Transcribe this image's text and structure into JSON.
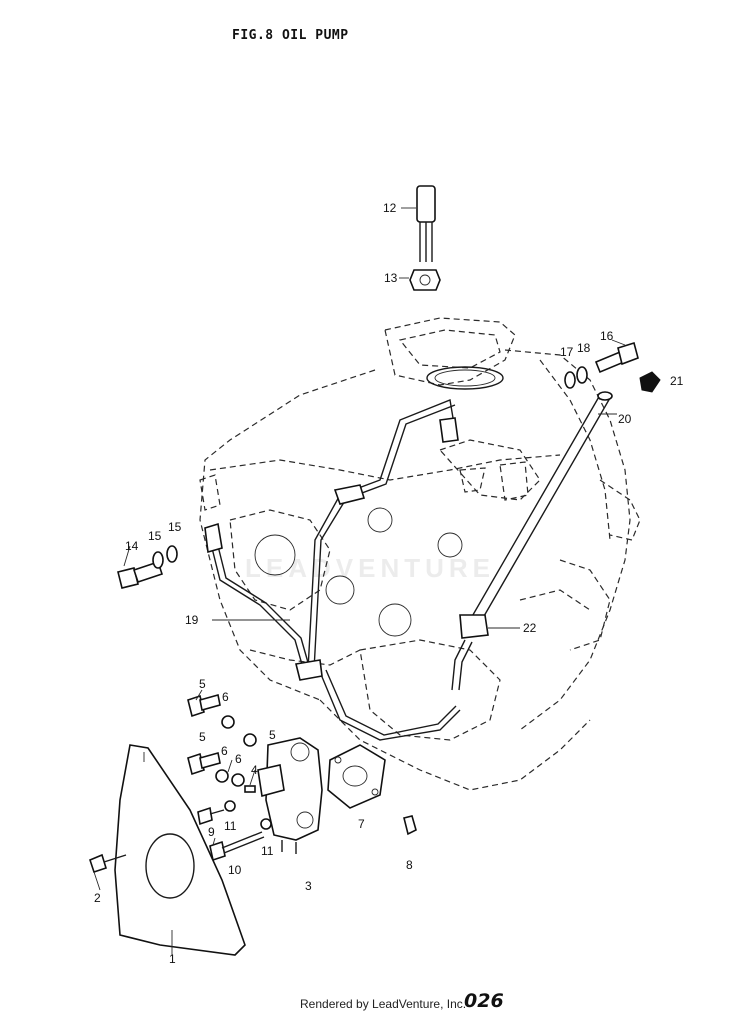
{
  "figure": {
    "title": "FIG.8  OIL PUMP",
    "watermark": "LEADVENTURE"
  },
  "callouts": [
    {
      "id": "c12",
      "label": "12"
    },
    {
      "id": "c13",
      "label": "13"
    },
    {
      "id": "c16",
      "label": "16"
    },
    {
      "id": "c17",
      "label": "17"
    },
    {
      "id": "c18",
      "label": "18"
    },
    {
      "id": "c21",
      "label": "21"
    },
    {
      "id": "c20",
      "label": "20"
    },
    {
      "id": "c14",
      "label": "14"
    },
    {
      "id": "c15a",
      "label": "15"
    },
    {
      "id": "c15b",
      "label": "15"
    },
    {
      "id": "c19",
      "label": "19"
    },
    {
      "id": "c22",
      "label": "22"
    },
    {
      "id": "c5a",
      "label": "5"
    },
    {
      "id": "c6a",
      "label": "6"
    },
    {
      "id": "c5b",
      "label": "5"
    },
    {
      "id": "c5c",
      "label": "5"
    },
    {
      "id": "c6b",
      "label": "6"
    },
    {
      "id": "c6c",
      "label": "6"
    },
    {
      "id": "c4",
      "label": "4"
    },
    {
      "id": "c9",
      "label": "9"
    },
    {
      "id": "c11a",
      "label": "11"
    },
    {
      "id": "c7",
      "label": "7"
    },
    {
      "id": "c11b",
      "label": "11"
    },
    {
      "id": "c10",
      "label": "10"
    },
    {
      "id": "c8",
      "label": "8"
    },
    {
      "id": "c3",
      "label": "3"
    },
    {
      "id": "c2",
      "label": "2"
    },
    {
      "id": "c1",
      "label": "1"
    }
  ],
  "footer": {
    "credit": "Rendered by LeadVenture, Inc.",
    "page_number": "026"
  }
}
